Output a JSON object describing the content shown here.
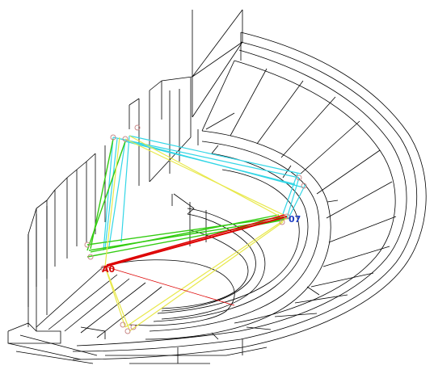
{
  "drawing": {
    "kind": "3d-wireframe-amphitheatre",
    "nodes": [
      {
        "id": "A0",
        "label": "A0",
        "color": "#d40000"
      },
      {
        "id": "07",
        "label": "07",
        "color": "#1f3fc4"
      }
    ],
    "colors": {
      "structure": "#000000",
      "cyan": "#33d6e6",
      "green": "#33cc11",
      "yellow": "#e8e84a",
      "red": "#dd0000",
      "marker": "#c98a8a"
    }
  }
}
